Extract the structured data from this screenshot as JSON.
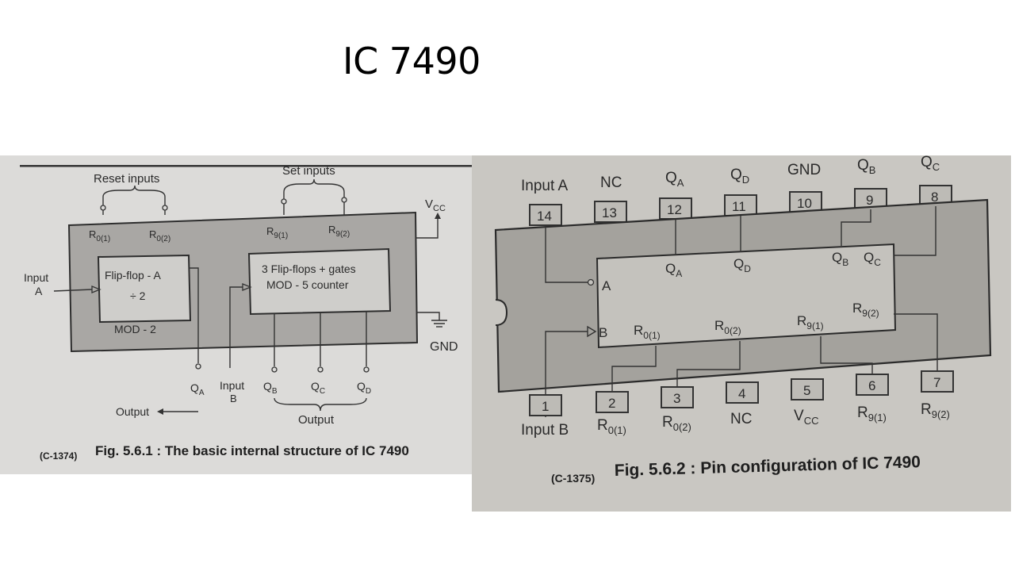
{
  "slide": {
    "title": "IC 7490"
  },
  "fig_structure": {
    "reset_inputs_label": "Reset inputs",
    "set_inputs_label": "Set inputs",
    "vcc_label": "V",
    "vcc_sub": "CC",
    "gnd_label": "GND",
    "pins": {
      "r01": {
        "main": "R",
        "sub": "0(1)"
      },
      "r02": {
        "main": "R",
        "sub": "0(2)"
      },
      "r91": {
        "main": "R",
        "sub": "9(1)"
      },
      "r92": {
        "main": "R",
        "sub": "9(2)"
      }
    },
    "input_a": {
      "line1": "Input",
      "line2": "A"
    },
    "input_b": {
      "line1": "Input",
      "line2": "B"
    },
    "flipflop_a": {
      "line1": "Flip-flop - A",
      "line2": "÷ 2",
      "footer": "MOD - 2"
    },
    "counter5": {
      "line1": "3 Flip-flops + gates",
      "line2": "MOD - 5 counter"
    },
    "outputs": {
      "qa": {
        "main": "Q",
        "sub": "A"
      },
      "qb": {
        "main": "Q",
        "sub": "B"
      },
      "qc": {
        "main": "Q",
        "sub": "C"
      },
      "qd": {
        "main": "Q",
        "sub": "D"
      }
    },
    "output_label_left": "Output",
    "output_label_right": "Output",
    "caption_code": "(C-1374)",
    "caption": "Fig. 5.6.1 : The basic internal structure of IC 7490"
  },
  "fig_pins": {
    "top_pins": [
      {
        "num": "14",
        "label": "Input A",
        "sub": ""
      },
      {
        "num": "13",
        "label": "NC",
        "sub": ""
      },
      {
        "num": "12",
        "label": "Q",
        "sub": "A"
      },
      {
        "num": "11",
        "label": "Q",
        "sub": "D"
      },
      {
        "num": "10",
        "label": "GND",
        "sub": ""
      },
      {
        "num": "9",
        "label": "Q",
        "sub": "B"
      },
      {
        "num": "8",
        "label": "Q",
        "sub": "C"
      }
    ],
    "bottom_pins": [
      {
        "num": "1",
        "label": "Input B",
        "sub": ""
      },
      {
        "num": "2",
        "label": "R",
        "sub": "0(1)"
      },
      {
        "num": "3",
        "label": "R",
        "sub": "0(2)"
      },
      {
        "num": "4",
        "label": "NC",
        "sub": ""
      },
      {
        "num": "5",
        "label": "V",
        "sub": "CC"
      },
      {
        "num": "6",
        "label": "R",
        "sub": "9(1)"
      },
      {
        "num": "7",
        "label": "R",
        "sub": "9(2)"
      }
    ],
    "inner": {
      "qa": {
        "main": "Q",
        "sub": "A"
      },
      "qd": {
        "main": "Q",
        "sub": "D"
      },
      "qb": {
        "main": "Q",
        "sub": "B"
      },
      "qc": {
        "main": "Q",
        "sub": "C"
      },
      "a": "A",
      "b": "B",
      "r01": {
        "main": "R",
        "sub": "0(1)"
      },
      "r02": {
        "main": "R",
        "sub": "0(2)"
      },
      "r91": {
        "main": "R",
        "sub": "9(1)"
      },
      "r92": {
        "main": "R",
        "sub": "9(2)"
      }
    },
    "caption_code": "(C-1375)",
    "caption": "Fig. 5.6.2 : Pin configuration of IC 7490"
  }
}
